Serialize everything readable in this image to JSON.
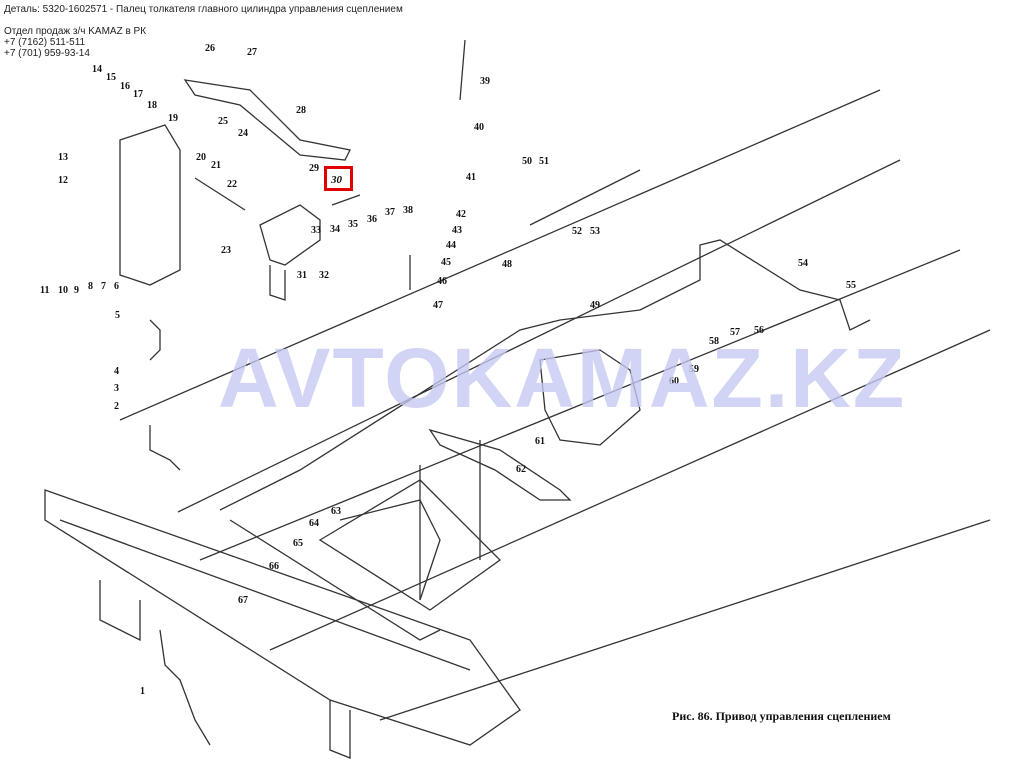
{
  "header": {
    "detail": "Деталь: 5320-1602571 - Палец толкателя главного цилиндра управления сцеплением",
    "sales": "Отдел продаж з/ч KAMAZ в РК",
    "phone1": "+7 (7162) 511-511",
    "phone2": "+7 (701) 959-93-14"
  },
  "watermark": "AVTOKAMAZ.KZ",
  "caption": "Рис. 86. Привод управления сцеплением",
  "highlighted_part": "30",
  "part_labels": [
    "1",
    "2",
    "3",
    "4",
    "5",
    "6",
    "7",
    "8",
    "9",
    "10",
    "11",
    "12",
    "13",
    "14",
    "15",
    "16",
    "17",
    "18",
    "19",
    "20",
    "21",
    "22",
    "23",
    "24",
    "25",
    "26",
    "27",
    "28",
    "29",
    "30",
    "31",
    "32",
    "33",
    "34",
    "35",
    "36",
    "37",
    "38",
    "39",
    "40",
    "41",
    "42",
    "43",
    "44",
    "45",
    "46",
    "47",
    "48",
    "49",
    "50",
    "51",
    "52",
    "53",
    "54",
    "55",
    "56",
    "57",
    "58",
    "59",
    "60",
    "61",
    "62",
    "63",
    "64",
    "65",
    "66",
    "67"
  ],
  "colors": {
    "highlight": "#e00000",
    "watermark": "#c6c8f3",
    "ink": "#222222"
  }
}
